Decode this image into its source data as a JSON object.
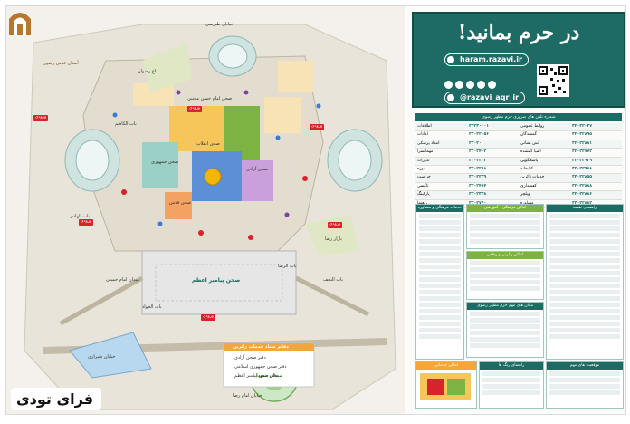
{
  "map": {
    "logo_caption": "آستان قدس رضوی",
    "labels": {
      "khiaban_tabarsi": "خیابان طبرسی",
      "bab_al_kazem": "باب الکاظم",
      "bagh_rezvan": "باغ رضوان",
      "sahn_imam_hassan": "صحن امام حسن مجتبی",
      "sahn_azam": "صحن پیامبر اعظم",
      "bab_al_reza": "باب الرضا",
      "bab_al_jawad": "باب الجواد",
      "bazaar_reza": "بازار رضا",
      "sahn_enghelab": "صحن انقلاب",
      "sahn_azadi": "صحن آزادی",
      "falake_shohada": "میدان شهدا",
      "khiaban_shirazi": "خیابان شیرازی",
      "bab_al_hadi": "باب الهادی",
      "khiaban_imam_reza": "خیابان امام رضا",
      "sahn_jomhuri": "صحن جمهوری",
      "sahn_ghods": "صحن قدس",
      "bab_al_najaf": "باب النجف",
      "razavi_ground": "میدان امام خمینی"
    },
    "tags": [
      "ورودی",
      "ورودی",
      "ورودی",
      "ورودی",
      "ورودی",
      "ورودی"
    ],
    "info_box": {
      "title": "دفاتر ستاد خدمات زائرین",
      "items": [
        "دفتر صحن آزادی",
        "دفتر صحن جمهوری اسلامی",
        "دفتر صحن پیامبر اعظم"
      ]
    }
  },
  "panel": {
    "title": "در حرم بمانید!",
    "website": "haram.razavi.ir",
    "handle": "@razavi_aqr_ir",
    "table_title": "شماره تلفن های ضروری حرم مطهر رضوی",
    "table": [
      [
        "اطلاعات",
        "۳۲۲۳۰۰۰۱",
        "روابط عمومی",
        "۳۲۰۲۲۰۳۷"
      ],
      [
        "امانات",
        "۳۲۰۲۲۰۵۶",
        "گمشدگان",
        "۳۲۰۲۲۸۹۵"
      ],
      [
        "امداد پزشکی",
        "۳۲۰۲۰",
        "آتش نشانی",
        "۳۲۰۲۲۸۸۱"
      ],
      [
        "مهمانسرا",
        "۳۲۰۲۴۰۲",
        "اشیا گمشده",
        "۳۲۰۲۲۷۷۲"
      ],
      [
        "نذورات",
        "۳۲۰۲۲۲۲",
        "پاسخگویی",
        "۳۲۰۲۲۹۲۹"
      ],
      [
        "موزه",
        "۳۲۰۲۲۶۸",
        "کتابخانه",
        "۳۲۰۲۲۹۷۸"
      ],
      [
        "حراست",
        "۳۲۰۲۲۲۹",
        "خدمات زائرین",
        "۳۲۰۲۲۸۵۵"
      ],
      [
        "تاکسی",
        "۳۲۰۲۴۸۴",
        "کفشداری",
        "۳۲۰۲۲۸۸۸"
      ],
      [
        "پارکینگ",
        "۳۲۰۲۳۳۸",
        "ویلچر",
        "۳۲۰۲۲۸۸۶"
      ],
      [
        "راهنما",
        "۳۲۰۲۷۴۰",
        "مشاوره",
        "۳۲۰۲۲۸۸۲"
      ]
    ],
    "boxes": {
      "b1": "خدمات فرهنگی و مشاوره",
      "b2": "اماکن فرهنگی - آموزشی",
      "b3": "راهنمای نقشه",
      "b4": "اماکن زیارتی و رفاهی",
      "b5": "مکان های مهم حرم مطهر رضوی",
      "b6": "اماکن خدماتی",
      "b7": "راهنمای رنگ ها",
      "b8": "موقعیت های مهم"
    },
    "brand": "فرای تودی"
  },
  "colors": {
    "teal": "#1d6b64",
    "red": "#d8232a",
    "green": "#7cb342",
    "orange": "#f3a73a",
    "blue": "#3a7bd5",
    "purple": "#7b3fa6"
  }
}
